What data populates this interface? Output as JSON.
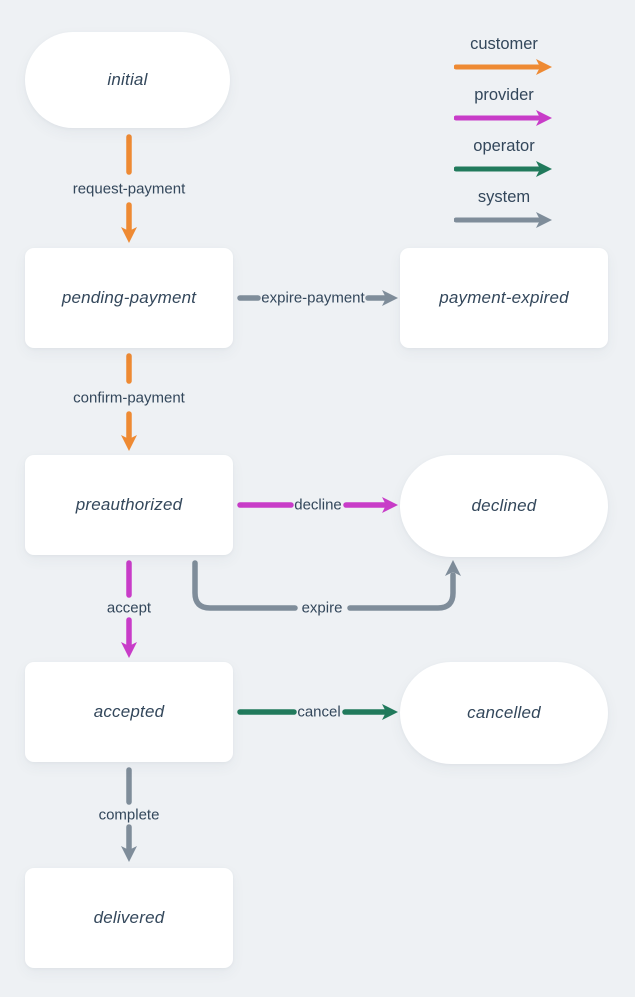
{
  "legend": {
    "items": [
      {
        "id": "customer",
        "label": "customer",
        "color": "#ee8a33"
      },
      {
        "id": "provider",
        "label": "provider",
        "color": "#c83cc8"
      },
      {
        "id": "operator",
        "label": "operator",
        "color": "#217a5c"
      },
      {
        "id": "system",
        "label": "system",
        "color": "#7f8d9a"
      }
    ]
  },
  "nodes": {
    "initial": {
      "label": "initial",
      "shape": "pill"
    },
    "pending_payment": {
      "label": "pending-payment",
      "shape": "rect"
    },
    "payment_expired": {
      "label": "payment-expired",
      "shape": "rect"
    },
    "preauthorized": {
      "label": "preauthorized",
      "shape": "rect"
    },
    "declined": {
      "label": "declined",
      "shape": "pill"
    },
    "accepted": {
      "label": "accepted",
      "shape": "rect"
    },
    "cancelled": {
      "label": "cancelled",
      "shape": "pill"
    },
    "delivered": {
      "label": "delivered",
      "shape": "rect"
    }
  },
  "edges": {
    "request_payment": {
      "label": "request-payment",
      "actor": "customer",
      "from": "initial",
      "to": "pending-payment"
    },
    "expire_payment": {
      "label": "expire-payment",
      "actor": "system",
      "from": "pending-payment",
      "to": "payment-expired"
    },
    "confirm_payment": {
      "label": "confirm-payment",
      "actor": "customer",
      "from": "pending-payment",
      "to": "preauthorized"
    },
    "decline": {
      "label": "decline",
      "actor": "provider",
      "from": "preauthorized",
      "to": "declined"
    },
    "expire": {
      "label": "expire",
      "actor": "system",
      "from": "preauthorized",
      "to": "declined"
    },
    "accept": {
      "label": "accept",
      "actor": "provider",
      "from": "preauthorized",
      "to": "accepted"
    },
    "cancel": {
      "label": "cancel",
      "actor": "operator",
      "from": "accepted",
      "to": "cancelled"
    },
    "complete": {
      "label": "complete",
      "actor": "system",
      "from": "accepted",
      "to": "delivered"
    }
  },
  "colors": {
    "background": "#eef1f4",
    "node_background": "#ffffff",
    "text": "#33475b",
    "customer": "#ee8a33",
    "provider": "#c83cc8",
    "operator": "#217a5c",
    "system": "#7f8d9a"
  }
}
